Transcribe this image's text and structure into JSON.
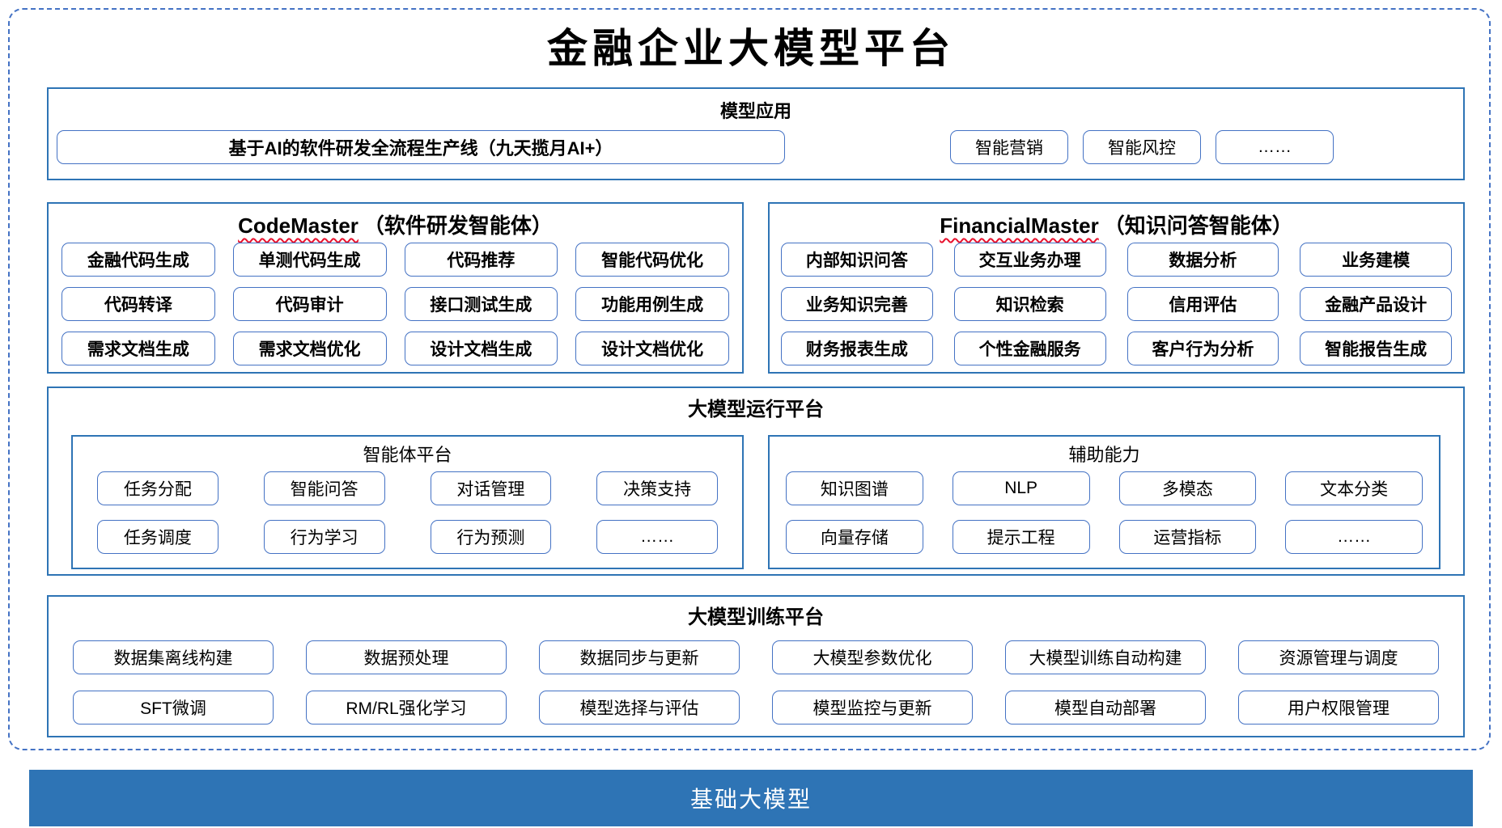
{
  "title": "金融企业大模型平台",
  "colors": {
    "section_border": "#2E74B5",
    "pill_border": "#4472C4",
    "frame_dash": "#4472C4",
    "foundation_bar": "#2E74B5",
    "foundation_text": "#FFFFFF",
    "spellcheck_squiggle": "#E8112D",
    "text": "#000000"
  },
  "sections": {
    "model_app": {
      "header": "模型应用",
      "main_item": "基于AI的软件研发全流程生产线（九天揽月AI+）",
      "items": [
        "智能营销",
        "智能风控",
        "……"
      ]
    },
    "code_master": {
      "header_en": "CodeMaster",
      "header_zh": "（软件研发智能体）",
      "items": [
        "金融代码生成",
        "单测代码生成",
        "代码推荐",
        "智能代码优化",
        "代码转译",
        "代码审计",
        "接口测试生成",
        "功能用例生成",
        "需求文档生成",
        "需求文档优化",
        "设计文档生成",
        "设计文档优化"
      ]
    },
    "financial_master": {
      "header_en": "FinancialMaster",
      "header_zh": "（知识问答智能体）",
      "items": [
        "内部知识问答",
        "交互业务办理",
        "数据分析",
        "业务建模",
        "业务知识完善",
        "知识检索",
        "信用评估",
        "金融产品设计",
        "财务报表生成",
        "个性金融服务",
        "客户行为分析",
        "智能报告生成"
      ]
    },
    "runtime": {
      "header": "大模型运行平台",
      "agent_platform": {
        "header": "智能体平台",
        "items": [
          "任务分配",
          "智能问答",
          "对话管理",
          "决策支持",
          "任务调度",
          "行为学习",
          "行为预测",
          "……"
        ]
      },
      "aux": {
        "header": "辅助能力",
        "items": [
          "知识图谱",
          "NLP",
          "多模态",
          "文本分类",
          "向量存储",
          "提示工程",
          "运营指标",
          "……"
        ]
      }
    },
    "training": {
      "header": "大模型训练平台",
      "items": [
        "数据集离线构建",
        "数据预处理",
        "数据同步与更新",
        "大模型参数优化",
        "大模型训练自动构建",
        "资源管理与调度",
        "SFT微调",
        "RM/RL强化学习",
        "模型选择与评估",
        "模型监控与更新",
        "模型自动部署",
        "用户权限管理"
      ]
    },
    "foundation": {
      "label": "基础大模型"
    }
  }
}
